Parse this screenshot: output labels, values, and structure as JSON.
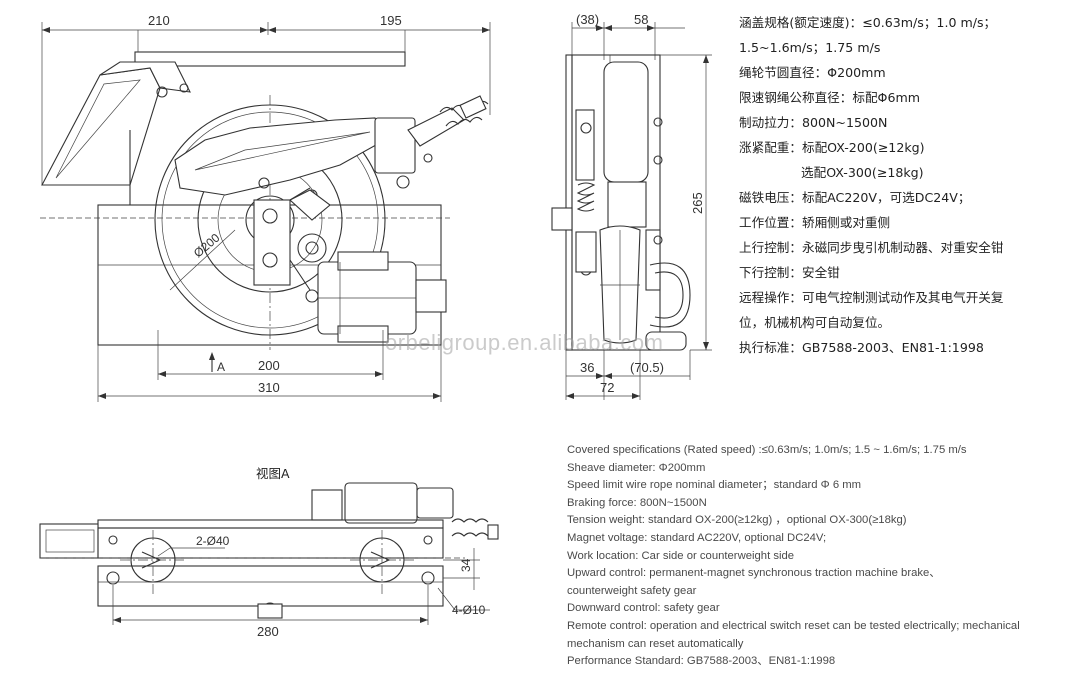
{
  "dims_front": {
    "d210": "210",
    "d195": "195",
    "d200": "200",
    "d310": "310",
    "d200_diameter": "Ø200",
    "view_mark": "A"
  },
  "dims_side": {
    "d38": "(38)",
    "d58": "58",
    "d265": "265",
    "d36": "36",
    "d70_5": "(70.5)",
    "d72": "72"
  },
  "dims_bottom": {
    "holes_40": "2-Ø40",
    "holes_10": "4-Ø10",
    "d34": "34",
    "d280": "280"
  },
  "view_label": "视图A",
  "watermark": "orbeligroup.en.alibaba.com",
  "cn_specs": [
    "涵盖规格(额定速度)：≤0.63m/s；1.0 m/s；",
    "1.5~1.6m/s；1.75 m/s",
    "绳轮节圆直径：Φ200mm",
    "限速钢绳公称直径：标配Φ6mm",
    "制动拉力：800N~1500N",
    "涨紧配重：标配OX-200(≥12kg)",
    "选配OX-300(≥18kg)",
    "磁铁电压：标配AC220V，可选DC24V；",
    "工作位置：轿厢侧或对重侧",
    "上行控制：永磁同步曳引机制动器、对重安全钳",
    "下行控制：安全钳",
    "远程操作：可电气控制测试动作及其电气开关复",
    "位，机械机构可自动复位。",
    "执行标准：GB7588-2003、EN81-1:1998"
  ],
  "en_specs": [
    "Covered specifications (Rated speed) :≤0.63m/s; 1.0m/s; 1.5 ~ 1.6m/s;   1.75 m/s",
    "Sheave diameter:  Φ200mm",
    "Speed limit wire rope nominal diameter；standard  Φ 6 mm",
    "Braking force: 800N~1500N",
    "Tension weight: standard  OX-200(≥12kg) ，optional  OX-300(≥18kg)",
    "Magnet voltage: standard AC220V, optional DC24V;",
    "Work location: Car side or counterweight  side",
    "Upward control: permanent-magnet synchronous traction machine brake、",
    "counterweight safety gear",
    "Downward control: safety gear",
    "Remote control: operation and electrical switch reset can be tested electrically; mechanical",
    "mechanism can reset automatically",
    "Performance Standard: GB7588-2003、EN81-1:1998"
  ]
}
